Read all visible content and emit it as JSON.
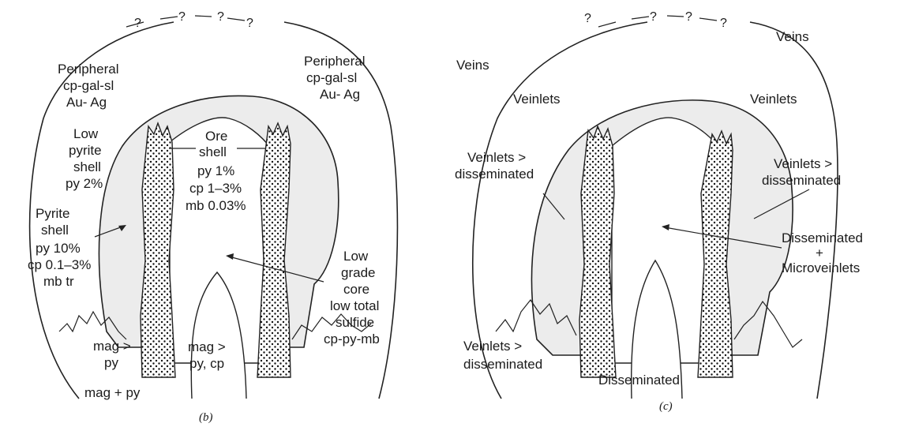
{
  "panels": [
    {
      "caption": "(b)",
      "top_marks": [
        "?",
        "?",
        "?",
        "?"
      ],
      "labels": {
        "peripheral_left": [
          "Peripheral",
          "cp-gal-sl",
          "Au- Ag"
        ],
        "peripheral_right": [
          "Peripheral",
          "cp-gal-sl",
          "Au- Ag"
        ],
        "low_pyrite_shell": [
          "Low",
          "pyrite",
          "shell",
          "py 2%"
        ],
        "ore_shell": [
          "Ore",
          "shell",
          "py 1%",
          "cp 1–3%",
          "mb 0.03%"
        ],
        "pyrite_shell": [
          "Pyrite",
          "shell",
          "py 10%",
          "cp 0.1–3%",
          "mb tr"
        ],
        "low_grade_core": [
          "Low",
          "grade",
          "core",
          "low total",
          "sulfide",
          "cp-py-mb"
        ],
        "mag_py_left": [
          "mag >",
          "py"
        ],
        "mag_py_cp": [
          "mag >",
          "py, cp"
        ],
        "mag_plus_py": "mag + py"
      }
    },
    {
      "caption": "(c)",
      "top_marks": [
        "?",
        "?",
        "?",
        "?"
      ],
      "labels": {
        "veins_left": "Veins",
        "veins_right": "Veins",
        "veinlets_left": "Veinlets",
        "veinlets_right": "Veinlets",
        "veinlets_dissem_left": [
          "Veinlets >",
          "disseminated"
        ],
        "veinlets_dissem_right": [
          "Veinlets >",
          "disseminated"
        ],
        "dissem_micro": [
          "Disseminated",
          "+",
          "Microveinlets"
        ],
        "veinlets_dissem_bottom": [
          "Veinlets >",
          "disseminated"
        ],
        "disseminated_bottom": "Disseminated"
      }
    }
  ],
  "colors": {
    "ink": "#1b1b1b",
    "shade": "#e9e9e9",
    "background": "#ffffff"
  }
}
